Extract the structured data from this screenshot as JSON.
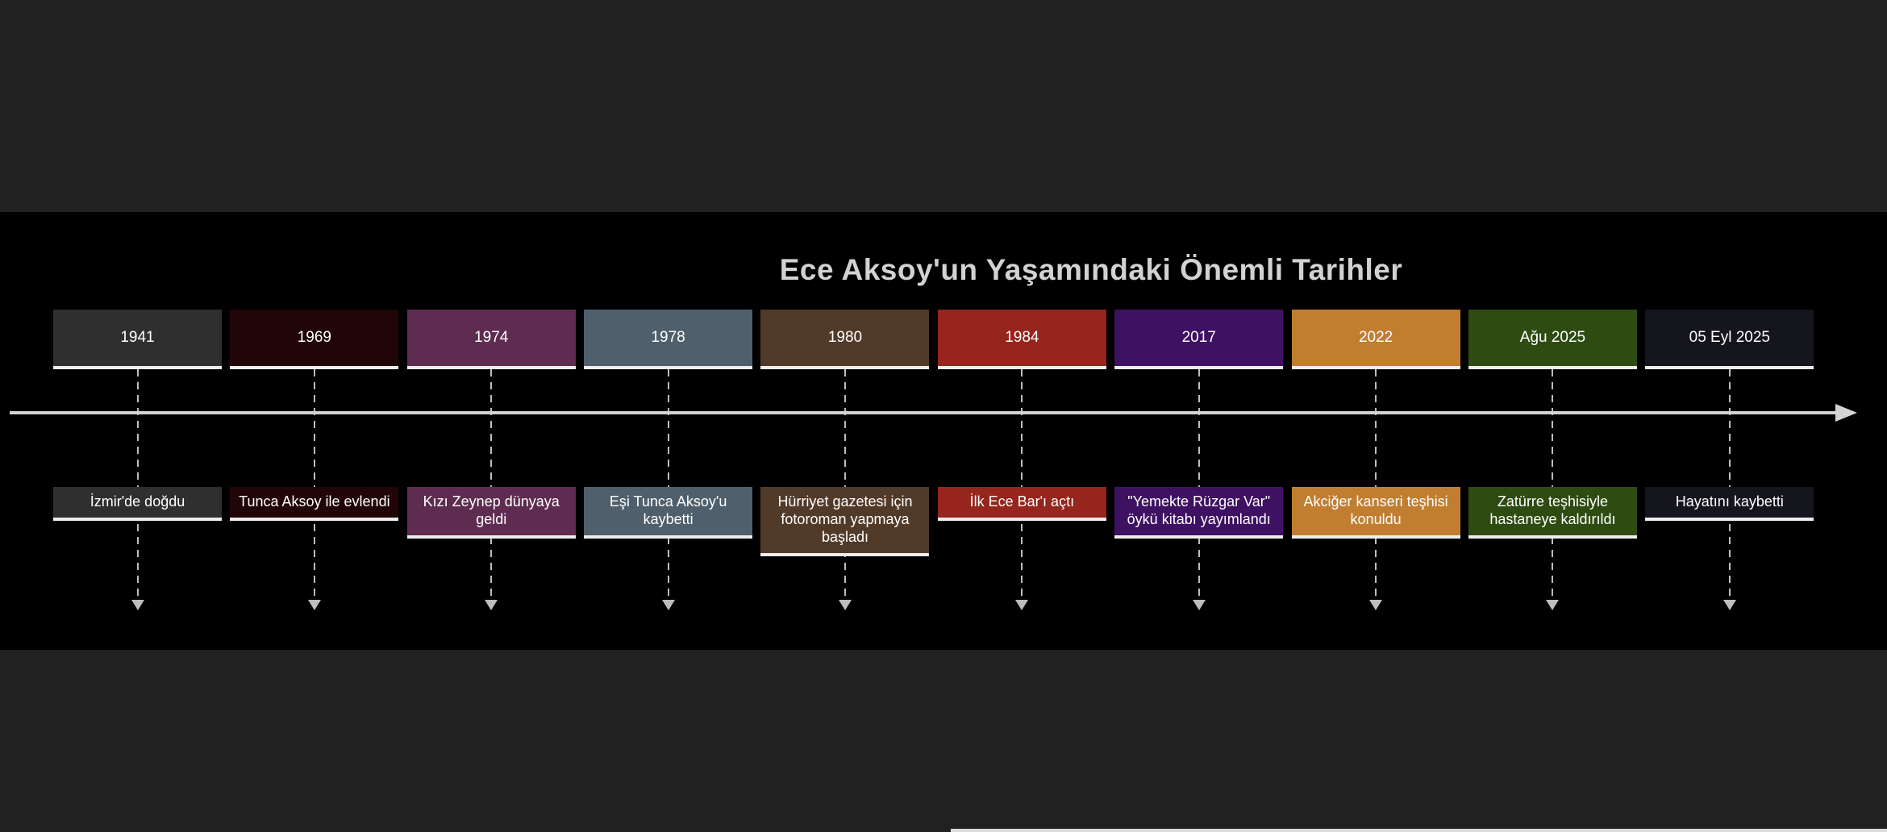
{
  "title": "Ece Aksoy'un Yaşamındaki Önemli Tarihler",
  "chart_data": {
    "type": "timeline",
    "title": "Ece Aksoy'un Yaşamındaki Önemli Tarihler",
    "direction": "left-to-right",
    "axis": {
      "style": "solid",
      "arrow": "right"
    },
    "events": [
      {
        "date": "1941",
        "label": "İzmir'de doğdu",
        "color": "#2f2f2f"
      },
      {
        "date": "1969",
        "label": "Tunca Aksoy ile evlendi",
        "color": "#220607"
      },
      {
        "date": "1974",
        "label": "Kızı Zeynep dünyaya geldi",
        "color": "#5f2c51"
      },
      {
        "date": "1978",
        "label": "Eşi Tunca Aksoy'u kaybetti",
        "color": "#4f5f6b"
      },
      {
        "date": "1980",
        "label": "Hürriyet gazetesi için fotoroman yapmaya başladı",
        "color": "#523a29"
      },
      {
        "date": "1984",
        "label": "İlk Ece Bar'ı açtı",
        "color": "#95251d"
      },
      {
        "date": "2017",
        "label": "\"Yemekte Rüzgar Var\" öykü kitabı yayımlandı",
        "color": "#3f1163"
      },
      {
        "date": "2022",
        "label": "Akciğer kanseri teşhisi konuldu",
        "color": "#c17e30"
      },
      {
        "date": "Ağu 2025",
        "label": "Zatürre teşhisiyle hastaneye kaldırıldı",
        "color": "#2e4c12"
      },
      {
        "date": "05 Eyl 2025",
        "label": "Hayatını kaybetti",
        "color": "#15151d"
      }
    ],
    "colors": {
      "page_background": "#212121",
      "background_band": "#000000",
      "axis": "#d4d4d4",
      "title": "#d2d2d2",
      "box_underline": "#ededed",
      "dash": "#bdbdbd",
      "event_text": "#ffffff"
    }
  }
}
